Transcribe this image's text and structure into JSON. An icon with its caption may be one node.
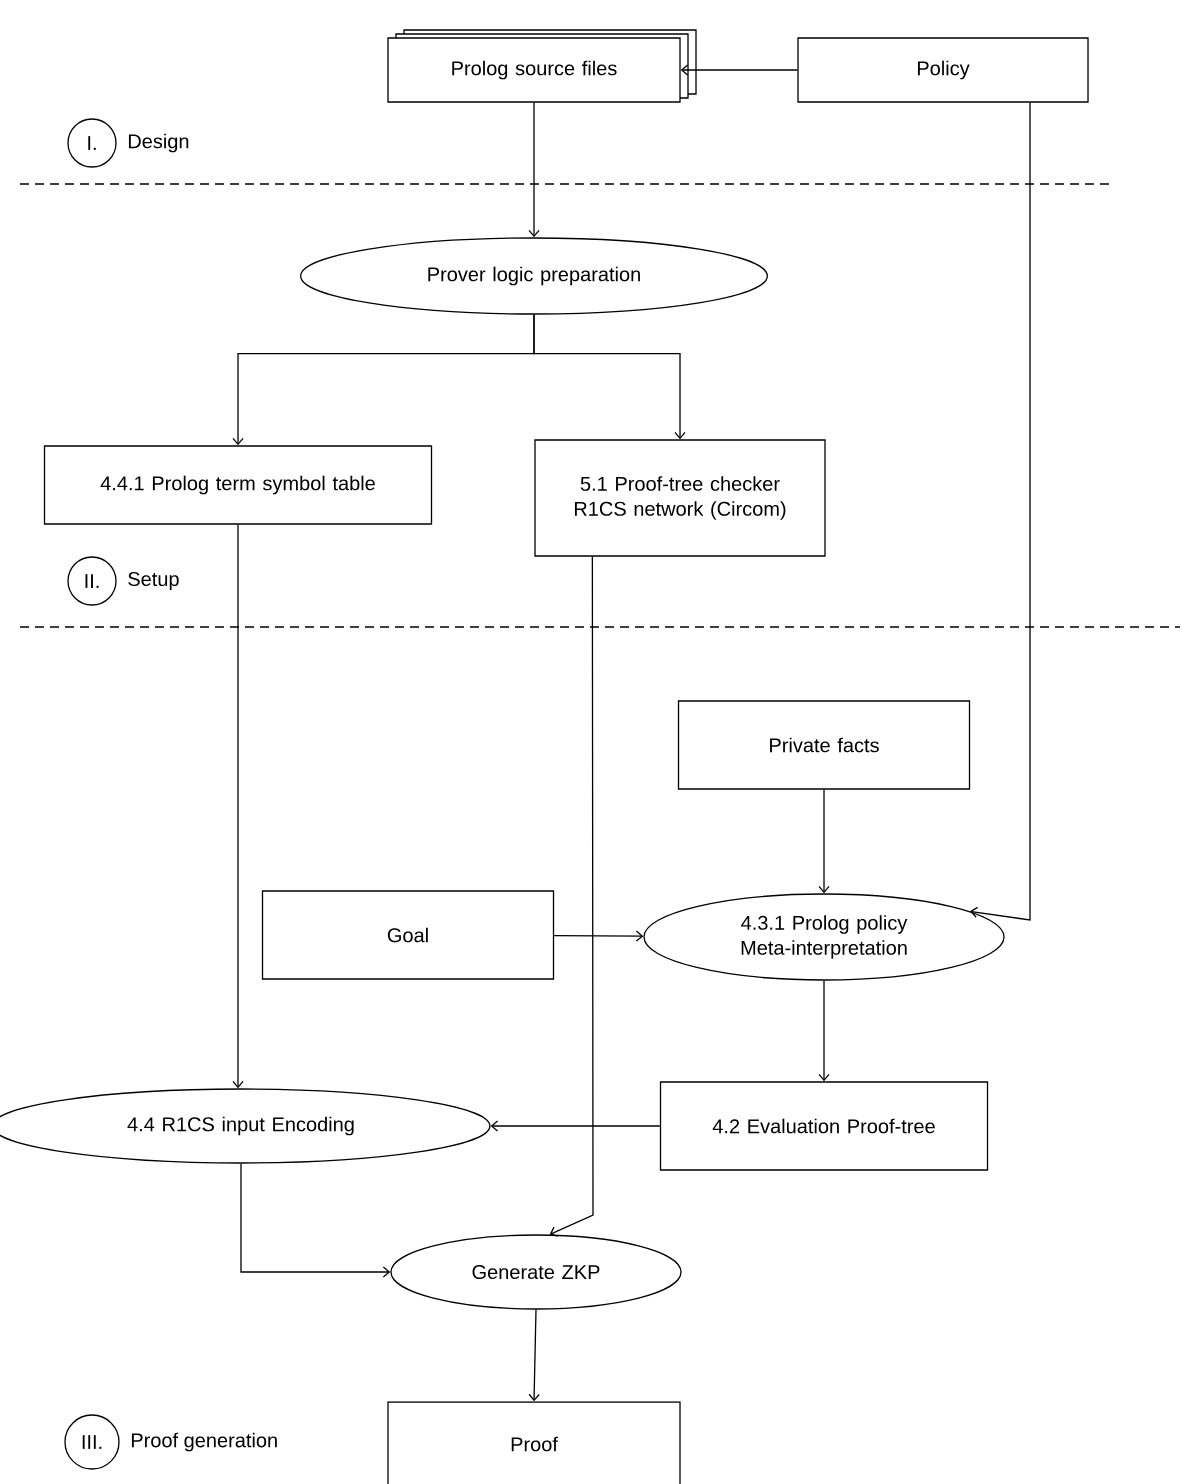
{
  "diagram": {
    "nodes": [
      {
        "text": [
          "Prolog source files"
        ]
      },
      {
        "text": [
          "Policy"
        ]
      },
      {
        "text": [
          "I."
        ],
        "beside": [
          "Design"
        ]
      },
      {
        "text": [
          "Prover logic preparation"
        ]
      },
      {
        "text": [
          "4.4.1 Prolog term symbol table"
        ]
      },
      {
        "text": [
          "5.1 Proof-tree checker R1CS network (Circom)"
        ]
      },
      {
        "text": [
          "II."
        ],
        "beside": [
          "Setup"
        ]
      },
      {
        "text": [
          "Private facts"
        ]
      },
      {
        "text": [
          "Goal"
        ]
      },
      {
        "text": [
          "4.3.1 Prolog policy Meta-interpretation"
        ]
      },
      {
        "text": [
          "4.4 R1CS input Encoding"
        ]
      },
      {
        "text": [
          "4.2 Evaluation Proof-tree"
        ]
      },
      {
        "text": [
          "Generate ZKP"
        ]
      },
      {
        "text": [
          "III."
        ],
        "beside": [
          "Proof generation"
        ]
      },
      {
        "text": [
          "Proof"
        ]
      }
    ],
    "edges": [
      {
        "from": 1,
        "to": 0,
        "arrow": "to"
      },
      {
        "from": 0,
        "to": 3,
        "arrow": "to"
      },
      {
        "from": 3,
        "to": 4,
        "arrow": "to"
      },
      {
        "from": 3,
        "to": 5,
        "arrow": "to"
      },
      {
        "from": 1,
        "to": 9,
        "arrow": "to"
      },
      {
        "from": 7,
        "to": 9,
        "arrow": "to"
      },
      {
        "from": 8,
        "to": 9,
        "arrow": "to"
      },
      {
        "from": 9,
        "to": 11,
        "arrow": "to"
      },
      {
        "from": 11,
        "to": 10,
        "arrow": "to"
      },
      {
        "from": 4,
        "to": 10,
        "arrow": "to"
      },
      {
        "from": 5,
        "to": 12,
        "arrow": "to"
      },
      {
        "from": 10,
        "to": 12,
        "arrow": "to"
      },
      {
        "from": 12,
        "to": 14,
        "arrow": "to"
      }
    ]
  }
}
